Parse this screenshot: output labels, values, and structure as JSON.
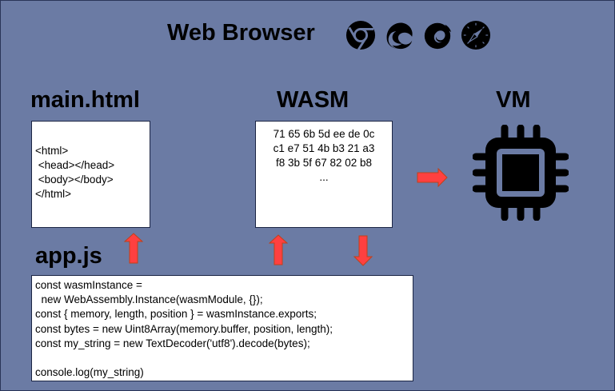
{
  "title": "Web Browser",
  "browser_icons": [
    "chrome-icon",
    "edge-icon",
    "firefox-icon",
    "safari-icon"
  ],
  "sections": {
    "main_html": {
      "heading": "main.html",
      "lines": [
        "<html>",
        " <head></head>",
        " <body></body>",
        "</html>"
      ]
    },
    "wasm": {
      "heading": "WASM",
      "lines": [
        "71 65 6b 5d ee de 0c",
        "c1 e7 51 4b b3 21 a3",
        "f8 3b 5f 67 82 02 b8",
        "..."
      ]
    },
    "vm": {
      "heading": "VM",
      "icon": "cpu-chip-icon"
    },
    "app_js": {
      "heading": "app.js",
      "lines": [
        "const wasmInstance =",
        "  new WebAssembly.Instance(wasmModule, {});",
        "const { memory, length, position } = wasmInstance.exports;",
        "const bytes = new Uint8Array(memory.buffer, position, length);",
        "const my_string = new TextDecoder('utf8').decode(bytes);",
        "",
        "console.log(my_string)"
      ]
    }
  },
  "arrows": [
    {
      "name": "app-to-html-arrow",
      "direction": "up",
      "from": "app.js",
      "to": "main.html"
    },
    {
      "name": "app-to-wasm-arrow",
      "direction": "up",
      "from": "app.js",
      "to": "WASM"
    },
    {
      "name": "wasm-to-app-arrow",
      "direction": "down",
      "from": "WASM",
      "to": "app.js"
    },
    {
      "name": "wasm-to-vm-arrow",
      "direction": "right",
      "from": "WASM",
      "to": "VM"
    }
  ],
  "colors": {
    "background": "#6B7BA4",
    "arrow_fill": "#FF4040",
    "arrow_stroke": "#C0401A",
    "box_fill": "#FFFFFF",
    "text": "#000000"
  }
}
